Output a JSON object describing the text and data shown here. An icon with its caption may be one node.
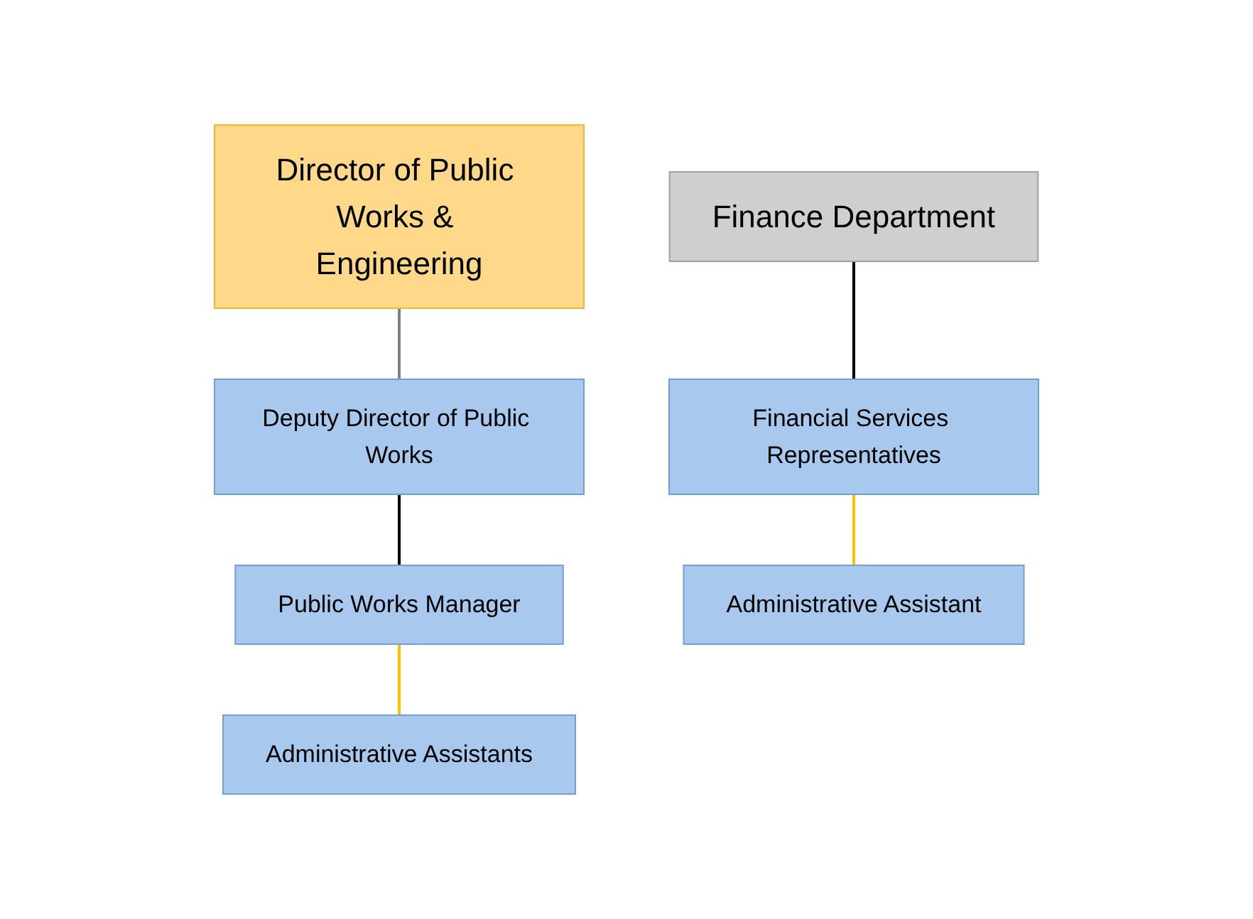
{
  "diagram": {
    "nodes": [
      {
        "text": [
          "Director of Public Works & Engineering"
        ]
      },
      {
        "text": [
          "Deputy Director of Public Works"
        ]
      },
      {
        "text": [
          "Finance Department"
        ]
      },
      {
        "text": [
          "Public Works Manager"
        ]
      },
      {
        "text": [
          "Financial Services Representatives"
        ]
      },
      {
        "text": [
          "Administrative Assistants"
        ]
      },
      {
        "text": [
          "Administrative Assistant"
        ]
      }
    ],
    "edges": [
      {
        "from": 0,
        "to": 1,
        "arrow": "none",
        "color": "#808080"
      },
      {
        "from": 1,
        "to": 3,
        "arrow": "none"
      },
      {
        "from": 2,
        "to": 4,
        "arrow": "none"
      },
      {
        "from": 3,
        "to": 5,
        "arrow": "none",
        "color": "#ffc000"
      },
      {
        "from": 4,
        "to": 6,
        "arrow": "none",
        "color": "#ffc000"
      }
    ]
  }
}
